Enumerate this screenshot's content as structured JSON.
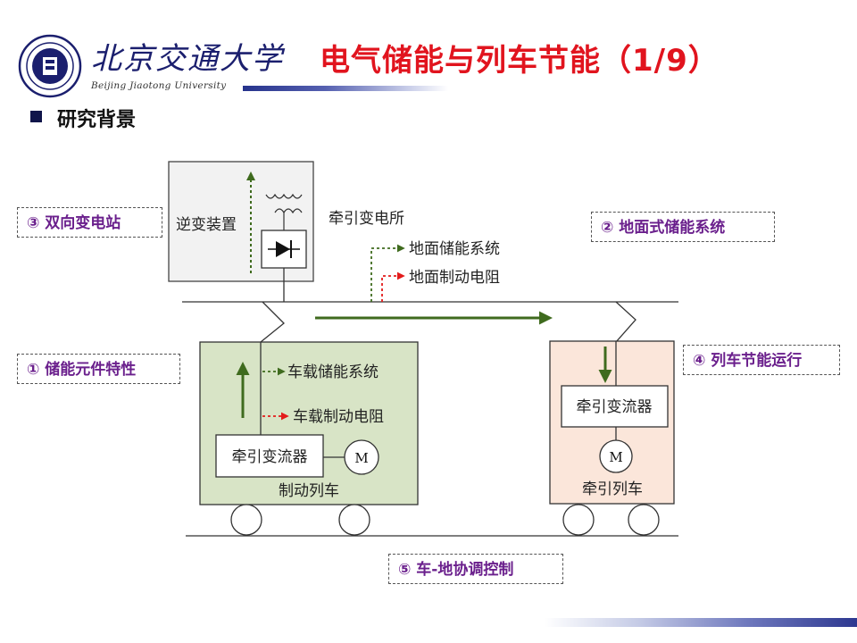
{
  "header": {
    "university_cn": "北京交通大学",
    "university_en": "Beijing Jiaotong University",
    "title": "电气储能与列车节能（1/9）"
  },
  "section": {
    "title": "研究背景"
  },
  "colors": {
    "title_red": "#e1141e",
    "callout_purple": "#6a1f8c",
    "arrow_green": "#3f6b1e",
    "arrow_red": "#e31b1b",
    "braking_train_fill": "#d8e4c6",
    "traction_train_fill": "#fbe6da",
    "substation_fill": "#f2f2f2",
    "navy": "#26338c"
  },
  "diagram": {
    "substation": {
      "label": "牵引变电所",
      "inverter_label": "逆变装置"
    },
    "ground_storage": {
      "label": "地面储能系统"
    },
    "ground_brake_resistor": {
      "label": "地面制动电阻"
    },
    "braking_train": {
      "label": "制动列车",
      "onboard_storage": "车载储能系统",
      "onboard_resistor": "车载制动电阻",
      "converter": "牵引变流器",
      "motor": "M"
    },
    "traction_train": {
      "label": "牵引列车",
      "converter": "牵引变流器",
      "motor": "M"
    }
  },
  "callouts": {
    "c1": "① 储能元件特性",
    "c2": "② 地面式储能系统",
    "c3": "③ 双向变电站",
    "c4": "④ 列车节能运行",
    "c5": "⑤ 车-地协调控制"
  }
}
